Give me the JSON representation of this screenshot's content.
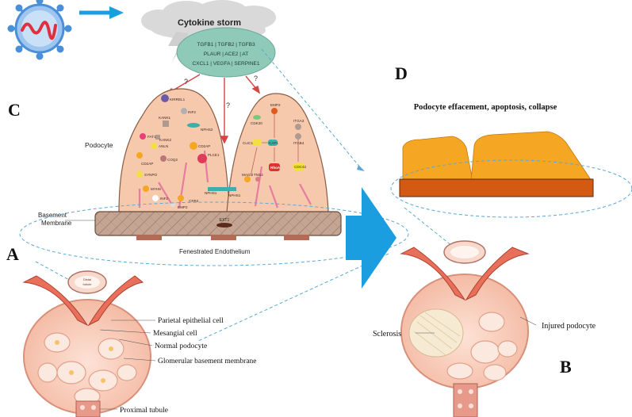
{
  "panels": {
    "a": "A",
    "b": "B",
    "c": "C",
    "d": "D"
  },
  "cloud": {
    "title": "Cytokine storm"
  },
  "cytokines": {
    "row1": "TGFB1 | TGFB2 | TGFB3",
    "row2": "PLAUR | ACE2 | AT",
    "row3": "CXCL1 | VEGFA | SERPINE1"
  },
  "question_mark": "?",
  "podocyte_label": "Podocyte",
  "left_podocyte_genes": [
    "KIRREL1",
    "INF2",
    "KANK1",
    "NPHS2",
    "KANK2",
    "FAT1",
    "ANLN",
    "CD2AP",
    "COQ2",
    "CD2AP",
    "SYNPO",
    "MYH9",
    "PLCE1",
    "INF2",
    "NPHS1",
    "CRB2",
    "EMP2"
  ],
  "right_podocyte_genes": [
    "EMP2",
    "CDK20",
    "ITGA3",
    "ITGB4",
    "CLIC1",
    "CAP1",
    "RhoA",
    "MAGI2",
    "TNS2",
    "CDC42",
    "NPHS1"
  ],
  "membrane": {
    "basement_line1": "Basement",
    "basement_line2": "Membrane",
    "gene": "EXT1",
    "endothelium": "Fenestrated Endothelium"
  },
  "glomerulus_a": {
    "inner_label_line1": "Distal",
    "inner_label_line2": "tubule",
    "labels": [
      "Parietal epithelial cell",
      "Mesangial cell",
      "Normal podocyte",
      "Glomerular basement membrane",
      "Proximal tubule"
    ]
  },
  "panel_d": {
    "title": "Podocyte effacement, apoptosis, collapse"
  },
  "glomerulus_b": {
    "sclerosis": "Sclerosis",
    "injured": "Injured podocyte"
  },
  "colors": {
    "virus_body": "#4a90d9",
    "virus_rna": "#e03040",
    "arrow_blue": "#1a9ee0",
    "cloud": "#d9d9d9",
    "oval": "#8fc9b8",
    "podocyte": "#f7c9ac",
    "membrane": "#bfa090",
    "effaced": "#f5a623",
    "gbm_d": "#d25a12",
    "kidney": "#f4b49c",
    "artery": "#e8705a"
  }
}
